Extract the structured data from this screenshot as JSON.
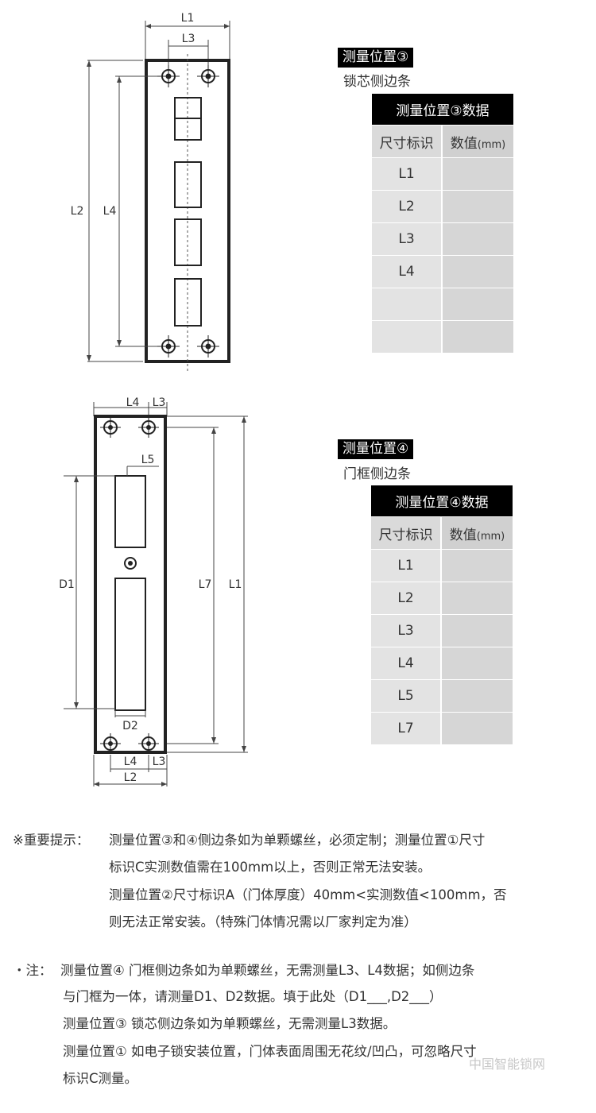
{
  "section3": {
    "badge": "测量位置③",
    "subtitle": "锁芯侧边条",
    "table_title": "测量位置③数据",
    "col_label": "尺寸标识",
    "col_value": "数值",
    "col_unit": "(mm)",
    "rows": [
      "L1",
      "L2",
      "L3",
      "L4",
      "",
      ""
    ],
    "dims": [
      "L1",
      "L3",
      "L2",
      "L4"
    ]
  },
  "section4": {
    "badge": "测量位置④",
    "subtitle": "门框侧边条",
    "table_title": "测量位置④数据",
    "col_label": "尺寸标识",
    "col_value": "数值",
    "col_unit": "(mm)",
    "rows": [
      "L1",
      "L2",
      "L3",
      "L4",
      "L5",
      "L7"
    ],
    "dims": [
      "L4",
      "L3",
      "L5",
      "D1",
      "L7",
      "L1",
      "D2",
      "L4",
      "L3",
      "L2"
    ]
  },
  "notes": {
    "important_prefix": "※重要提示：",
    "important_1": "测量位置③和④侧边条如为单颗螺丝，必须定制；测量位置①尺寸",
    "important_2": "标识C实测数值需在100mm以上，否则正常无法安装。",
    "important_3": "测量位置②尺寸标识A（门体厚度）40mm<实测数值<100mm，否",
    "important_4": "则无法正常安装。（特殊门体情况需以厂家判定为准）",
    "note_prefix": "・注：",
    "note_1": "测量位置④ 门框侧边条如为单颗螺丝，无需测量L3、L4数据；如侧边条",
    "note_2": "与门框为一体，请测量D1、D2数据。填于此处（D1___,D2___）",
    "note_3": "测量位置③ 锁芯侧边条如为单颗螺丝，无需测量L3数据。",
    "note_4": "测量位置① 如电子锁安装位置，门体表面周围无花纹/凹凸，可忽略尺寸",
    "note_5": "标识C测量。"
  },
  "watermark": "中国智能锁网"
}
